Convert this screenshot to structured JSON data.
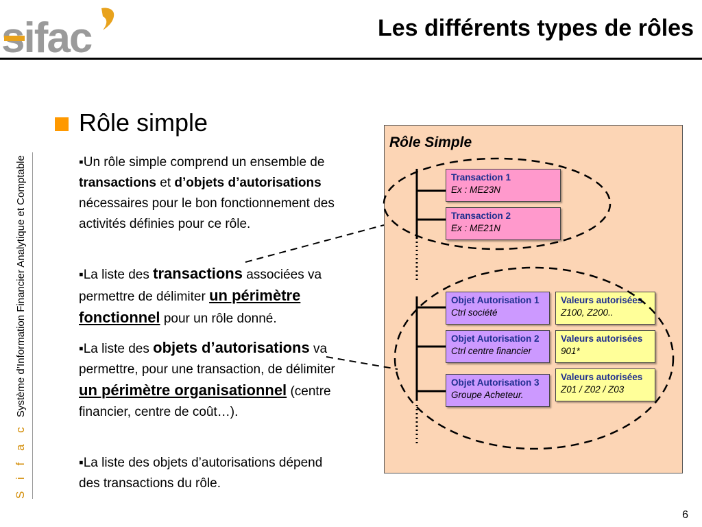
{
  "header": {
    "logo_text": "sifac",
    "title": "Les différents types de rôles"
  },
  "sidebar": {
    "brand": "S i f a c",
    "label": "Système d’Information Financier Analytique et Comptable"
  },
  "content": {
    "heading": "Rôle simple",
    "bullet1": {
      "t1": "▪Un rôle simple comprend un ensemble de ",
      "b1": "transactions",
      "t2": " et ",
      "b2": "d’objets d’autorisations",
      "t3": " nécessaires pour le bon fonctionnement des activités définies pour ce rôle."
    },
    "bullet2": {
      "t1": "▪La liste des ",
      "b1": "transactions",
      "t2": " associées va permettre de délimiter ",
      "u1": "un périmètre fonctionnel",
      "t3": " pour un rôle donné."
    },
    "bullet3": {
      "t1": "▪La liste des ",
      "b1": "objets d’autorisations",
      "t2": " va permettre, pour une transaction, de délimiter ",
      "u1": "un périmètre organisationnel",
      "t3": " (centre financier, centre de coût…)."
    },
    "bullet4": {
      "t1": "▪La liste des objets d’autorisations dépend des transactions du rôle."
    }
  },
  "diagram": {
    "title": "Rôle Simple",
    "transactions": [
      {
        "title": "Transaction 1",
        "sub": "Ex : ME23N"
      },
      {
        "title": "Transaction 2",
        "sub": "Ex : ME21N"
      }
    ],
    "objects": [
      {
        "title": "Objet Autorisation 1",
        "sub": "Ctrl société"
      },
      {
        "title": "Objet Autorisation 2",
        "sub": "Ctrl centre financier"
      },
      {
        "title": "Objet Autorisation 3",
        "sub": "Groupe Acheteur."
      }
    ],
    "values": [
      {
        "title": "Valeurs autorisées",
        "sub": "Z100, Z200.."
      },
      {
        "title": "Valeurs autorisées",
        "sub": "901*"
      },
      {
        "title": "Valeurs autorisées",
        "sub": "Z01 / Z02 / Z03"
      }
    ]
  },
  "footer": {
    "page_number": "6"
  },
  "colors": {
    "logo_orange": "#e8a21c",
    "logo_grey": "#9a9a9a",
    "bullet_orange": "#ff9900",
    "diagram_bg": "#fcd5b5",
    "transaction_fill": "#ff99cc",
    "object_fill": "#cc99ff",
    "value_fill": "#ffff99",
    "box_title_blue": "#1f2f8f"
  }
}
